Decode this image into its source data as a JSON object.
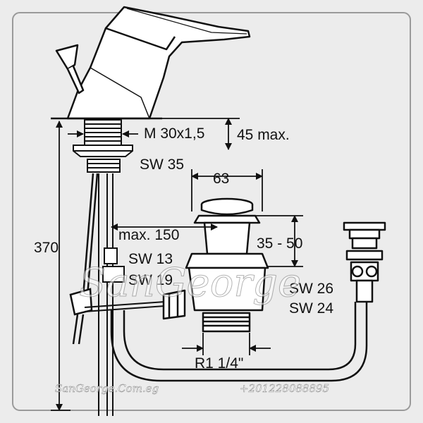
{
  "labels": {
    "thread": "M 30x1,5",
    "max45": "45 max.",
    "sw35": "SW 35",
    "d63": "63",
    "h370": "370",
    "max150": "max. 150",
    "range": "35 - 50",
    "sw13": "SW 13",
    "sw19": "SW 19",
    "sw26": "SW 26",
    "sw24": "SW 24",
    "r114": "R1 1/4\""
  },
  "watermark": {
    "brand": "SanGeorge",
    "site": "SanGeorge.Com.eg",
    "phone": "+201228088895"
  },
  "colors": {
    "background": "#ececec",
    "line": "#111111",
    "frame": "#9a9a9a"
  }
}
